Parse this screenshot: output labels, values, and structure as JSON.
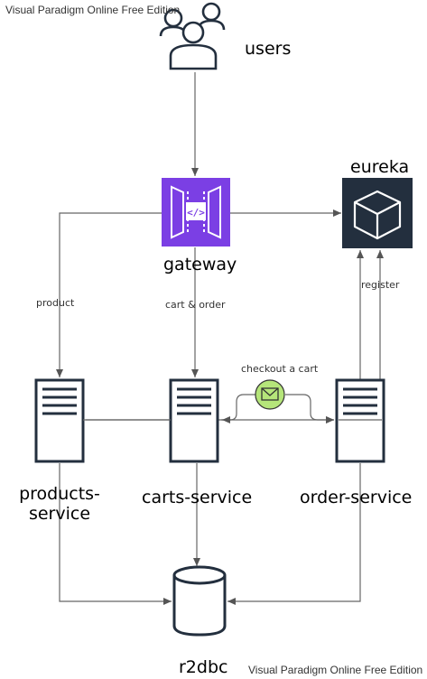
{
  "watermark": {
    "top": "Visual Paradigm Online Free Edition",
    "bottom": "Visual Paradigm Online Free Edition"
  },
  "nodes": {
    "users": {
      "label": "users",
      "icon": "users-icon"
    },
    "gateway": {
      "label": "gateway",
      "icon": "api-gateway-icon",
      "color": "#7B3FE4"
    },
    "eureka": {
      "label": "eureka",
      "icon": "cube-icon",
      "color": "#232F3E"
    },
    "products": {
      "label_line1": "products-",
      "label_line2": "service",
      "icon": "server-icon"
    },
    "carts": {
      "label": "carts-service",
      "icon": "server-icon"
    },
    "orders": {
      "label": "order-service",
      "icon": "server-icon"
    },
    "database": {
      "label": "r2dbc",
      "icon": "database-cylinder-icon"
    }
  },
  "edges": {
    "product": "product",
    "cart_order": "cart & order",
    "register": "register",
    "checkout": "checkout a cart",
    "message_icon": "envelope-icon",
    "message_color": "#B5E57A"
  }
}
